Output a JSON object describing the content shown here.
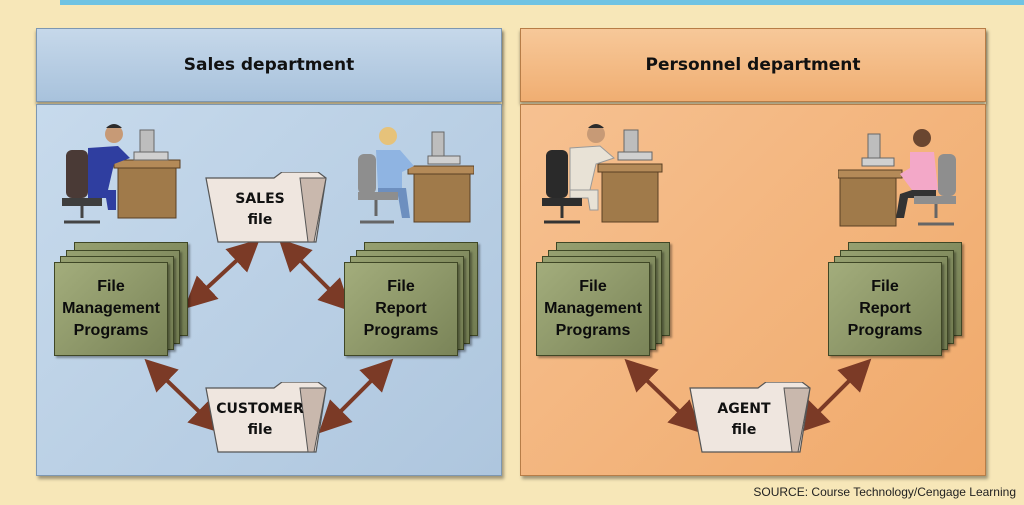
{
  "sales": {
    "title": "Sales department",
    "left_program": [
      "File",
      "Management",
      "Programs"
    ],
    "right_program": [
      "File",
      "Report",
      "Programs"
    ],
    "top_file": [
      "SALES",
      "file"
    ],
    "bottom_file": [
      "CUSTOMER",
      "file"
    ]
  },
  "personnel": {
    "title": "Personnel department",
    "left_program": [
      "File",
      "Management",
      "Programs"
    ],
    "right_program": [
      "File",
      "Report",
      "Programs"
    ],
    "file": [
      "AGENT",
      "file"
    ]
  },
  "source": "SOURCE: Course Technology/Cengage Learning",
  "colors": {
    "sales_panel": "#b5cce2",
    "personnel_panel": "#f2b37c",
    "program_box": "#8a9464",
    "folder": "#e8dcd4",
    "arrow": "#7b3a26"
  },
  "icons": [
    "worker-at-desk-icon",
    "folder-icon",
    "double-arrow-icon"
  ]
}
